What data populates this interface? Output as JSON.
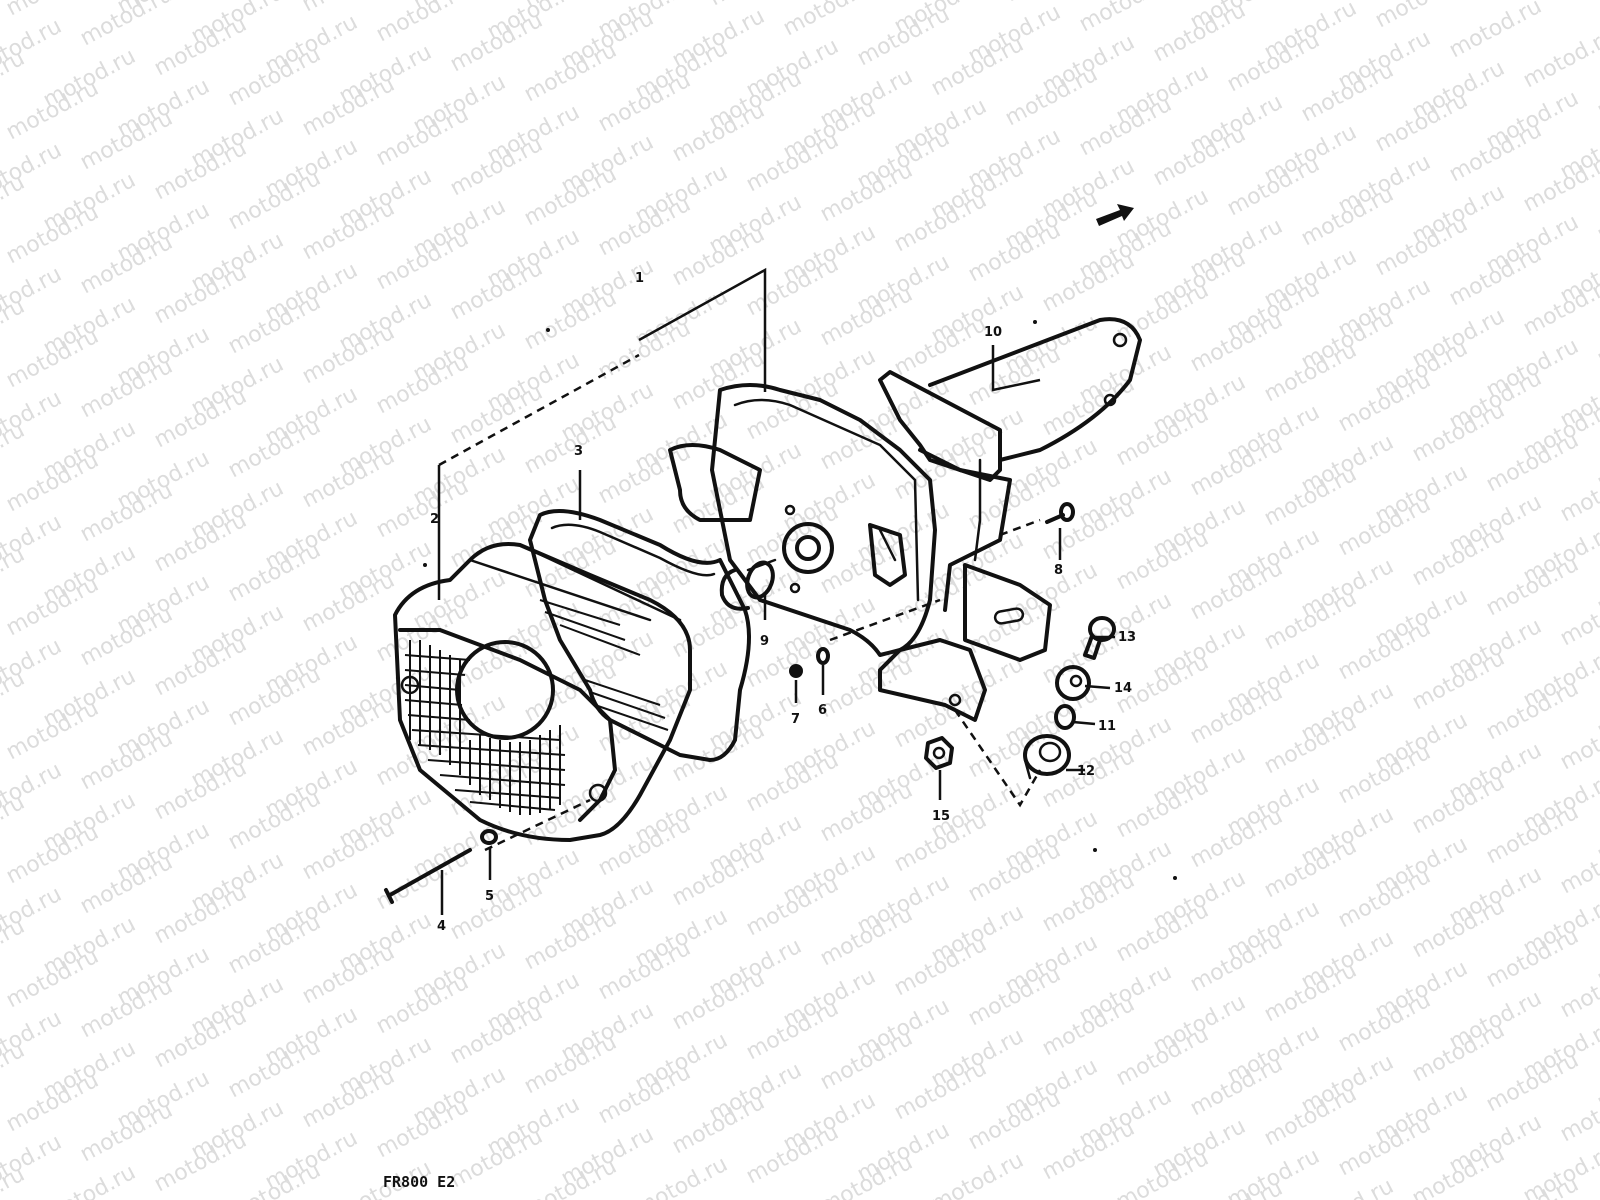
{
  "watermark": "motod.ru",
  "model_code": "FR800 E2",
  "callouts": [
    "1",
    "2",
    "3",
    "4",
    "5",
    "6",
    "7",
    "8",
    "9",
    "10",
    "11",
    "12",
    "13",
    "14",
    "15"
  ],
  "icons": {
    "front_arrow": "arrow-icon"
  }
}
